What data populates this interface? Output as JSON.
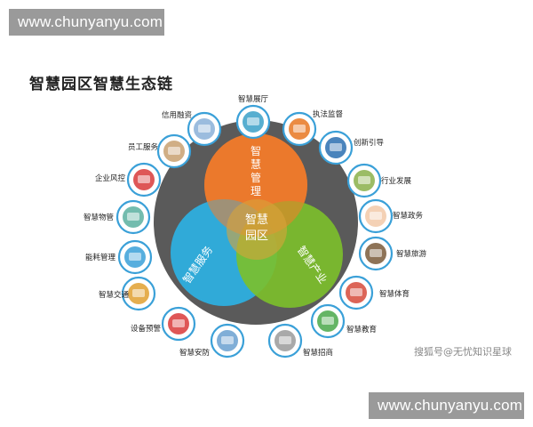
{
  "watermark_top": "www.chunyanyu.com",
  "watermark_bottom": "www.chunyanyu.com",
  "title": "智慧园区智慧生态链",
  "source_mark": "搜狐号@无忧知识星球",
  "center": {
    "line1": "智慧",
    "line2": "园区"
  },
  "petals": {
    "management": [
      "智",
      "慧",
      "管",
      "理"
    ],
    "service": [
      "智",
      "慧",
      "服",
      "务"
    ],
    "industry": [
      "智",
      "慧",
      "产",
      "业"
    ]
  },
  "colors": {
    "outer_ring": "#5a5a5a",
    "management": "#ee7a2b",
    "service": "#2bb3e6",
    "industry": "#7cc02a",
    "center": "#d9a43a"
  },
  "nodes": [
    {
      "label": "智慧展厅",
      "icon": "exhibition-hall-icon",
      "color": "#3aa0c8"
    },
    {
      "label": "执法监督",
      "icon": "traffic-cone-icon",
      "color": "#e87722"
    },
    {
      "label": "创新引导",
      "icon": "car-icon",
      "color": "#2a6fb0"
    },
    {
      "label": "行业发展",
      "icon": "building-icon",
      "color": "#8ab04a"
    },
    {
      "label": "智慧政务",
      "icon": "person-icon",
      "color": "#f2c9a8"
    },
    {
      "label": "智慧旅游",
      "icon": "luggage-icon",
      "color": "#7a5a3a"
    },
    {
      "label": "智慧体育",
      "icon": "fitness-icon",
      "color": "#d64a3a"
    },
    {
      "label": "智慧教育",
      "icon": "education-icon",
      "color": "#4aa84a"
    },
    {
      "label": "智慧招商",
      "icon": "document-icon",
      "color": "#9a9a9a"
    },
    {
      "label": "智慧安防",
      "icon": "magnifier-icon",
      "color": "#6aa0d0"
    },
    {
      "label": "设备预警",
      "icon": "medical-kit-icon",
      "color": "#d93a3a"
    },
    {
      "label": "智慧交通",
      "icon": "crossroad-icon",
      "color": "#e0a030"
    },
    {
      "label": "能耗管理",
      "icon": "clipboard-icon",
      "color": "#3aa0d8"
    },
    {
      "label": "智慧物管",
      "icon": "map-icon",
      "color": "#5ab0a0"
    },
    {
      "label": "企业风控",
      "icon": "target-icon",
      "color": "#d83a3a"
    },
    {
      "label": "员工服务",
      "icon": "people-icon",
      "color": "#c8a070"
    },
    {
      "label": "信用融资",
      "icon": "finance-icon",
      "color": "#8ab0d8"
    }
  ]
}
